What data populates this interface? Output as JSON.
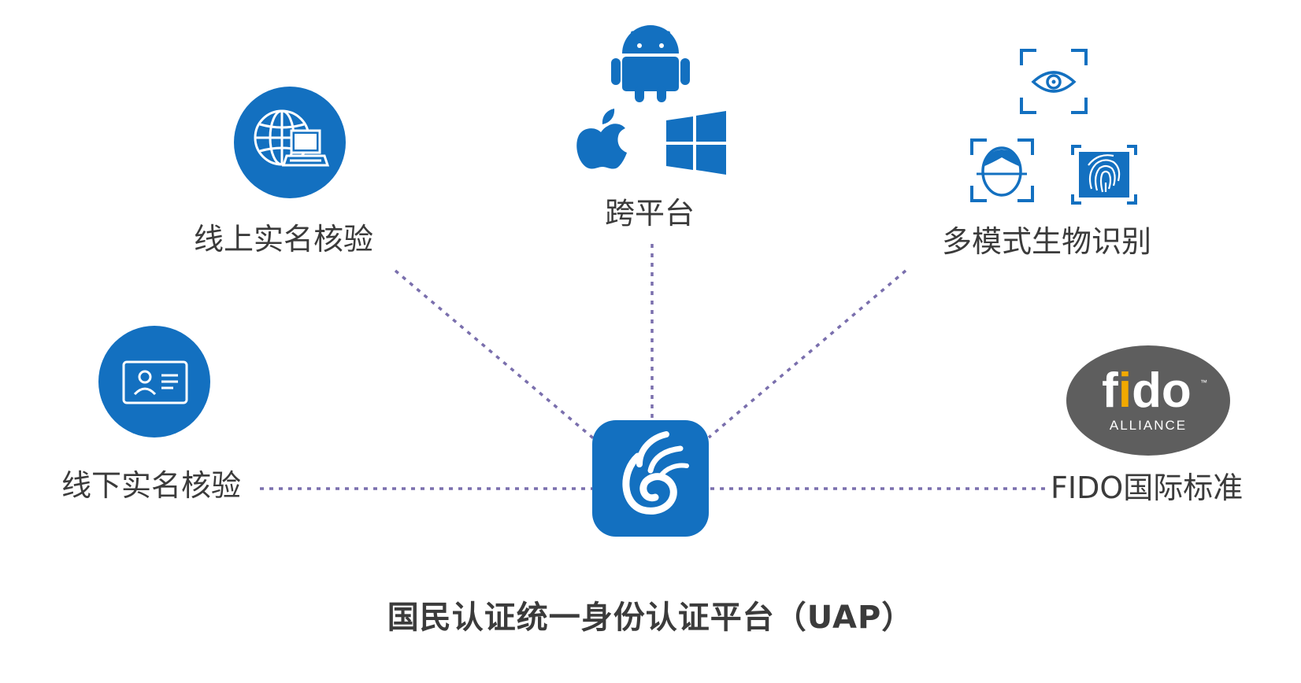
{
  "colors": {
    "primary_blue": "#1370c0",
    "dotted_line": "#7a6fad",
    "label_text": "#3b3b3b",
    "fido_ellipse": "#5e5e5e",
    "fido_accent": "#f2a900"
  },
  "nodes": {
    "online": {
      "label": "线上实名核验",
      "icon": "globe-laptop-icon"
    },
    "platform": {
      "label": "跨平台",
      "icons": [
        "android-icon",
        "apple-icon",
        "windows-icon"
      ]
    },
    "biometric": {
      "label": "多模式生物识别",
      "icons": [
        "eye-scan-icon",
        "face-scan-icon",
        "fingerprint-scan-icon"
      ]
    },
    "offline": {
      "label": "线下实名核验",
      "icon": "id-card-icon"
    },
    "fido": {
      "label": "FIDO国际标准",
      "logo_text": "fido",
      "logo_subtext": "ALLIANCE",
      "logo_tm": "™"
    }
  },
  "hub": {
    "icon": "uap-logo-icon"
  },
  "title": "国民认证统一身份认证平台（UAP）"
}
